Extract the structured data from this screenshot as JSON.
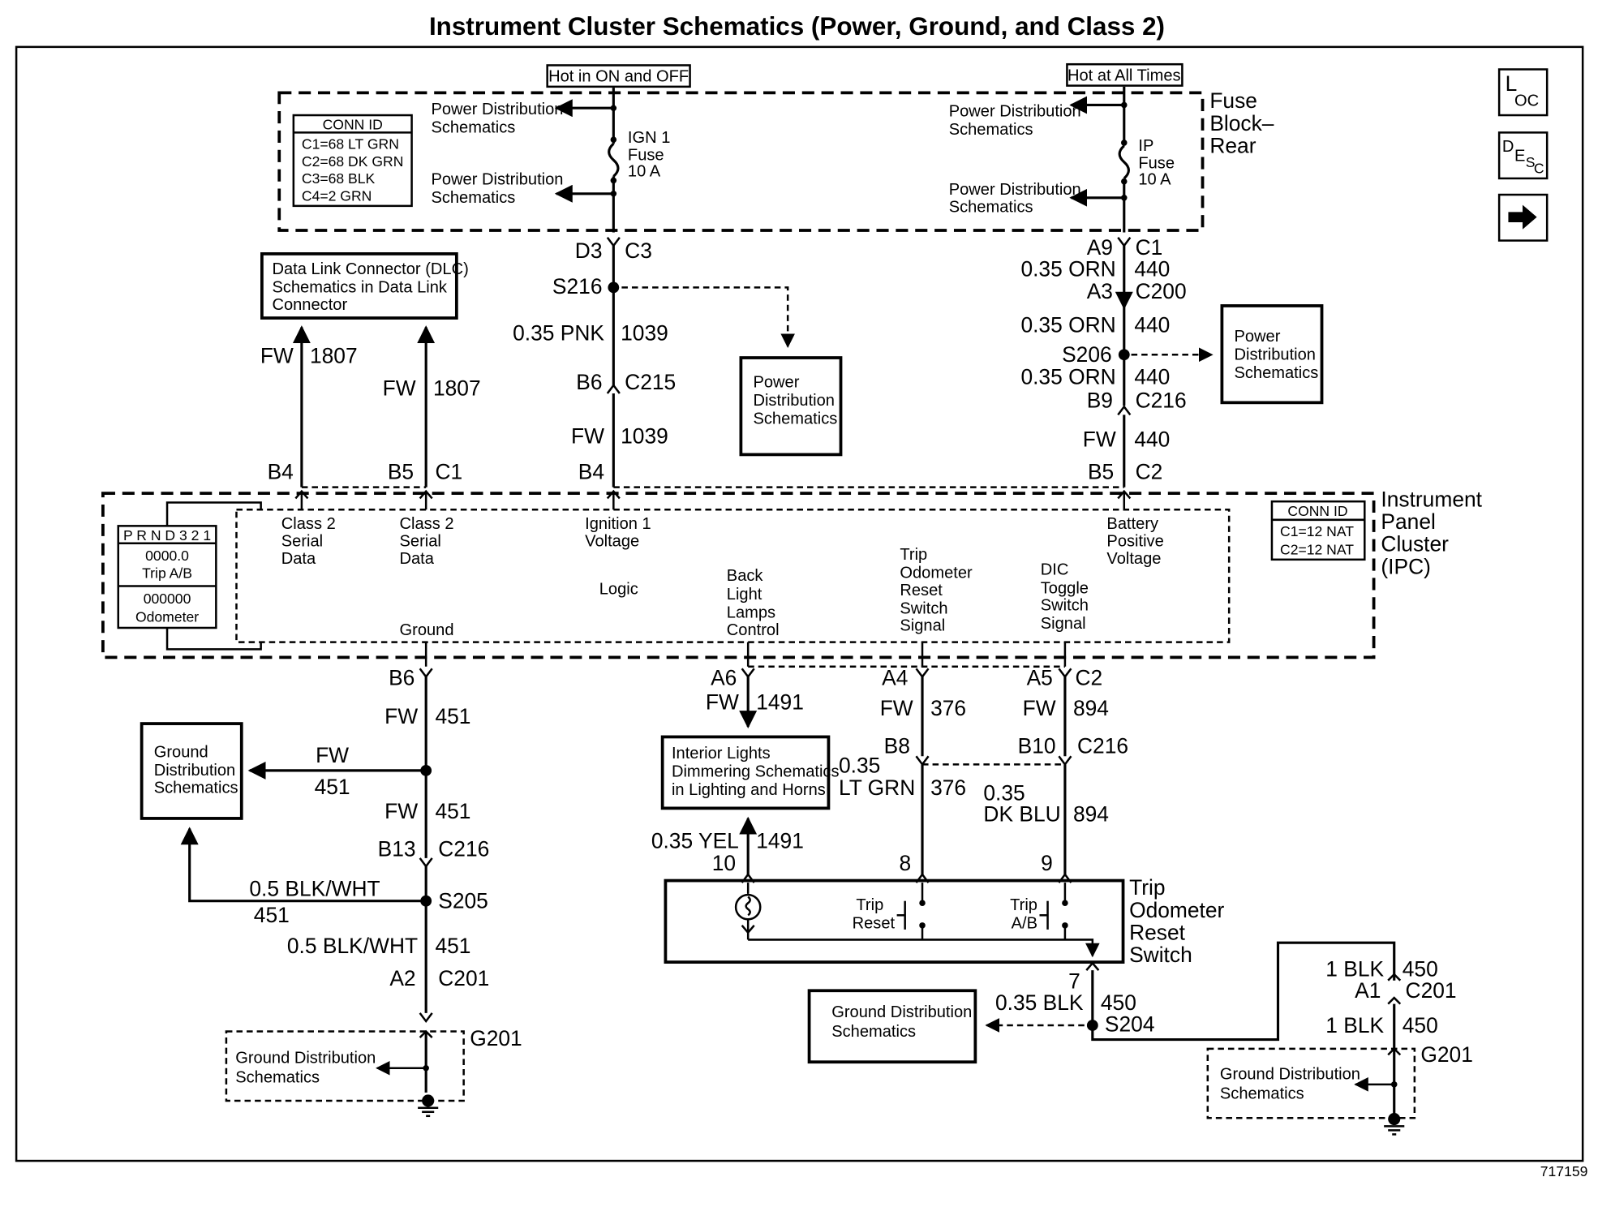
{
  "title": "Instrument Cluster Schematics (Power, Ground, and Class 2)",
  "figure_id": "717159",
  "nav": {
    "loc_main": "L",
    "loc_sub": "OC",
    "desc_main": "D",
    "desc_sub1": "E",
    "desc_sub2": "S",
    "desc_sub3": "C",
    "next_icon": "arrow-right-icon"
  },
  "fuse_block": {
    "label_1": "Fuse",
    "label_2": "Block–",
    "label_3": "Rear",
    "hot_on_off": "Hot in ON and OFF",
    "hot_all_times": "Hot at All Times",
    "ign_fuse_1": "IGN 1",
    "ign_fuse_2": "Fuse",
    "ign_fuse_3": "10 A",
    "ip_fuse_1": "IP",
    "ip_fuse_2": "Fuse",
    "ip_fuse_3": "10 A",
    "pds_line1": "Power Distribution",
    "pds_line2": "Schematics",
    "conn_id": {
      "header": "CONN ID",
      "c1": "C1=68 LT GRN",
      "c2": "C2=68 DK GRN",
      "c3": "C3=68 BLK",
      "c4": "C4=2 GRN"
    }
  },
  "ign_wire": {
    "conn1_pin": "D3",
    "conn1": "C3",
    "splice": "S216",
    "w1_gauge": "0.35 PNK",
    "w1_circuit": "1039",
    "conn2_pin": "B6",
    "conn2": "C215",
    "w2_gauge": "FW",
    "w2_circuit": "1039",
    "ipc_pin": "B4",
    "pds_line1": "Power",
    "pds_line2": "Distribution",
    "pds_line3": "Schematics"
  },
  "ip_wire": {
    "conn1_pin": "A9",
    "conn1": "C1",
    "w1_gauge": "0.35 ORN",
    "w1_circuit": "440",
    "conn2_pin": "A3",
    "conn2": "C200",
    "w2_gauge": "0.35 ORN",
    "w2_circuit": "440",
    "splice": "S206",
    "w3_gauge": "0.35 ORN",
    "w3_circuit": "440",
    "conn3_pin": "B9",
    "conn3": "C216",
    "w4_gauge": "FW",
    "w4_circuit": "440",
    "ipc_pin": "B5",
    "ipc_conn": "C2",
    "pds_line1": "Power",
    "pds_line2": "Distribution",
    "pds_line3": "Schematics"
  },
  "dlc": {
    "line1": "Data Link Connector (DLC)",
    "line2": "Schematics in Data Link",
    "line3": "Connector",
    "w1_gauge": "FW",
    "w1_circuit": "1807",
    "w1_pin": "B4",
    "w2_gauge": "FW",
    "w2_circuit": "1807",
    "w2_pin": "B5",
    "ipc_conn": "C1"
  },
  "ipc": {
    "label_1": "Instrument",
    "label_2": "Panel",
    "label_3": "Cluster",
    "label_4": "(IPC)",
    "conn_id": {
      "header": "CONN ID",
      "c1": "C1=12 NAT",
      "c2": "C2=12 NAT"
    },
    "display": {
      "prnd": "P R N D 3 2 1",
      "trip_val": "0000.0",
      "trip_label": "Trip A/B",
      "odo_val": "000000",
      "odo_label": "Odometer"
    },
    "class2a_1": "Class 2",
    "class2a_2": "Serial",
    "class2a_3": "Data",
    "class2b_1": "Class 2",
    "class2b_2": "Serial",
    "class2b_3": "Data",
    "ign_1": "Ignition 1",
    "ign_2": "Voltage",
    "bat_1": "Battery",
    "bat_2": "Positive",
    "bat_3": "Voltage",
    "logic": "Logic",
    "ground": "Ground",
    "backlight_1": "Back",
    "backlight_2": "Light",
    "backlight_3": "Lamps",
    "backlight_4": "Control",
    "trip_1": "Trip",
    "trip_2": "Odometer",
    "trip_3": "Reset",
    "trip_4": "Switch",
    "trip_5": "Signal",
    "dic_1": "DIC",
    "dic_2": "Toggle",
    "dic_3": "Switch",
    "dic_4": "Signal"
  },
  "ground_circuit": {
    "pin": "B6",
    "w1_gauge": "FW",
    "w1_circuit": "451",
    "gds_line1": "Ground",
    "gds_line2": "Distribution",
    "gds_line3": "Schematics",
    "branch_gauge": "FW",
    "branch_circuit": "451",
    "w2_gauge": "FW",
    "w2_circuit": "451",
    "conn1_pin": "B13",
    "conn1": "C216",
    "splice": "S205",
    "w3_gauge": "0.5 BLK/WHT",
    "w3_circuit": "451",
    "w4_gauge": "0.5 BLK/WHT",
    "w4_circuit": "451",
    "conn2_pin": "A2",
    "conn2": "C201",
    "ground_id": "G201",
    "gbox_line1": "Ground Distribution",
    "gbox_line2": "Schematics"
  },
  "backlight_circuit": {
    "pin": "A6",
    "w1_gauge": "FW",
    "w1_circuit": "1491",
    "ild_line1": "Interior Lights",
    "ild_line2": "Dimmering Schematics",
    "ild_line3": "in Lighting and Horns",
    "w2_gauge": "0.35 YEL",
    "w2_circuit": "1491",
    "sw_pin": "10"
  },
  "trip_circuit": {
    "pin": "A4",
    "w1_gauge": "FW",
    "w1_circuit": "376",
    "conn_pin": "B8",
    "w2_gauge_1": "0.35",
    "w2_gauge_2": "LT GRN",
    "w2_circuit": "376",
    "sw_pin": "8"
  },
  "dic_circuit": {
    "pin": "A5",
    "ipc_conn": "C2",
    "w1_gauge": "FW",
    "w1_circuit": "894",
    "conn_pin": "B10",
    "conn": "C216",
    "w2_gauge_1": "0.35",
    "w2_gauge_2": "DK BLU",
    "w2_circuit": "894",
    "sw_pin": "9"
  },
  "trip_switch": {
    "label_1": "Trip",
    "label_2": "Odometer",
    "label_3": "Reset",
    "label_4": "Switch",
    "reset_1": "Trip",
    "reset_2": "Reset",
    "ab_1": "Trip",
    "ab_2": "A/B",
    "ground_pin": "7",
    "w_gauge": "0.35 BLK",
    "w_circuit": "450",
    "splice": "S204",
    "gds_line1": "Ground Distribution",
    "gds_line2": "Schematics"
  },
  "right_ground": {
    "w1_gauge": "1 BLK",
    "w1_circuit": "450",
    "conn_pin": "A1",
    "conn": "C201",
    "w2_gauge": "1 BLK",
    "w2_circuit": "450",
    "ground_id": "G201",
    "gbox_line1": "Ground Distribution",
    "gbox_line2": "Schematics"
  }
}
